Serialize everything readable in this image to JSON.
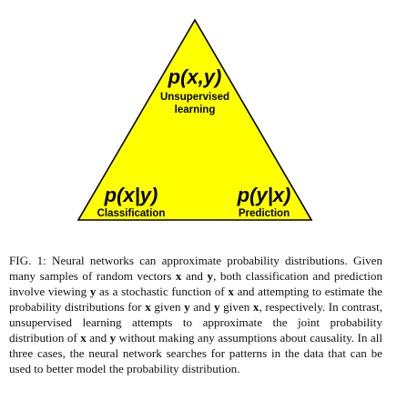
{
  "diagram": {
    "fill_color": "#ffff00",
    "stroke_color": "#000000",
    "top": {
      "formula": "p(x,y)",
      "label_line1": "Unsupervised",
      "label_line2": "learning"
    },
    "left": {
      "formula": "p(x|y)",
      "label": "Classification"
    },
    "right": {
      "formula": "p(y|x)",
      "label": "Prediction"
    }
  },
  "caption": {
    "fig_label": "FIG. 1:",
    "segments": [
      {
        "t": " Neural networks can approximate probability dis­tributions. Given many samples of random vectors "
      },
      {
        "t": "x",
        "b": true
      },
      {
        "t": " and "
      },
      {
        "t": "y",
        "b": true
      },
      {
        "t": ", both classification and prediction involve viewing "
      },
      {
        "t": "y",
        "b": true
      },
      {
        "t": " as a stochastic function of "
      },
      {
        "t": "x",
        "b": true
      },
      {
        "t": " and attempting to estimate the prob­ability distributions for "
      },
      {
        "t": "x",
        "b": true
      },
      {
        "t": " given "
      },
      {
        "t": "y",
        "b": true
      },
      {
        "t": " and "
      },
      {
        "t": "y",
        "b": true
      },
      {
        "t": " given "
      },
      {
        "t": "x",
        "b": true
      },
      {
        "t": ", respectively. In contrast, unsupervised learning attempts to approximate the joint probability distribution of "
      },
      {
        "t": "x",
        "b": true
      },
      {
        "t": " and "
      },
      {
        "t": "y",
        "b": true
      },
      {
        "t": " without making any assumptions about causality. In all three cases, the neu­ral network searches for patterns in the data that can be used to better model the probability distribution."
      }
    ]
  }
}
